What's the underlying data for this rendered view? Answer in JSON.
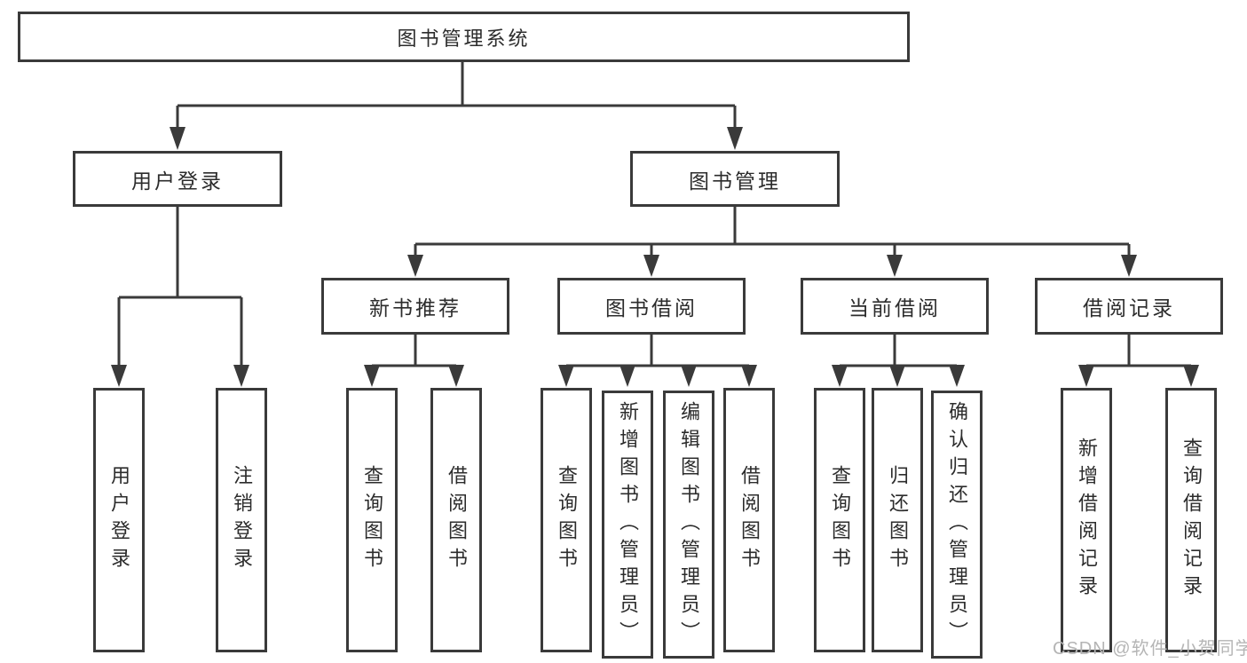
{
  "diagram_title": "图书管理系统",
  "nodes": {
    "root": {
      "label": "图书管理系统"
    },
    "level2": [
      {
        "label": "用户登录",
        "parent": "图书管理系统"
      },
      {
        "label": "图书管理",
        "parent": "图书管理系统"
      }
    ],
    "level3": [
      {
        "label": "新书推荐",
        "parent": "图书管理"
      },
      {
        "label": "图书借阅",
        "parent": "图书管理"
      },
      {
        "label": "当前借阅",
        "parent": "图书管理"
      },
      {
        "label": "借阅记录",
        "parent": "图书管理"
      }
    ],
    "leaves": [
      {
        "label": "用户登录",
        "parent": "用户登录"
      },
      {
        "label": "注销登录",
        "parent": "用户登录"
      },
      {
        "label": "查询图书",
        "parent": "新书推荐"
      },
      {
        "label": "借阅图书",
        "parent": "新书推荐"
      },
      {
        "label": "查询图书",
        "parent": "图书借阅"
      },
      {
        "label": "新增图书（管理员）",
        "parent": "图书借阅"
      },
      {
        "label": "编辑图书（管理员）",
        "parent": "图书借阅"
      },
      {
        "label": "借阅图书",
        "parent": "图书借阅"
      },
      {
        "label": "查询图书",
        "parent": "当前借阅"
      },
      {
        "label": "归还图书",
        "parent": "当前借阅"
      },
      {
        "label": "确认归还（管理员）",
        "parent": "当前借阅"
      },
      {
        "label": "新增借阅记录",
        "parent": "借阅记录"
      },
      {
        "label": "查询借阅记录",
        "parent": "借阅记录"
      }
    ]
  },
  "watermark": {
    "text": "CSDN @软件_小贺同学"
  },
  "colors": {
    "line": "#3a3a3a",
    "box_border": "#3a3a3a",
    "text": "#2c2c2c",
    "watermark": "#b5b5b5",
    "background": "#ffffff"
  }
}
